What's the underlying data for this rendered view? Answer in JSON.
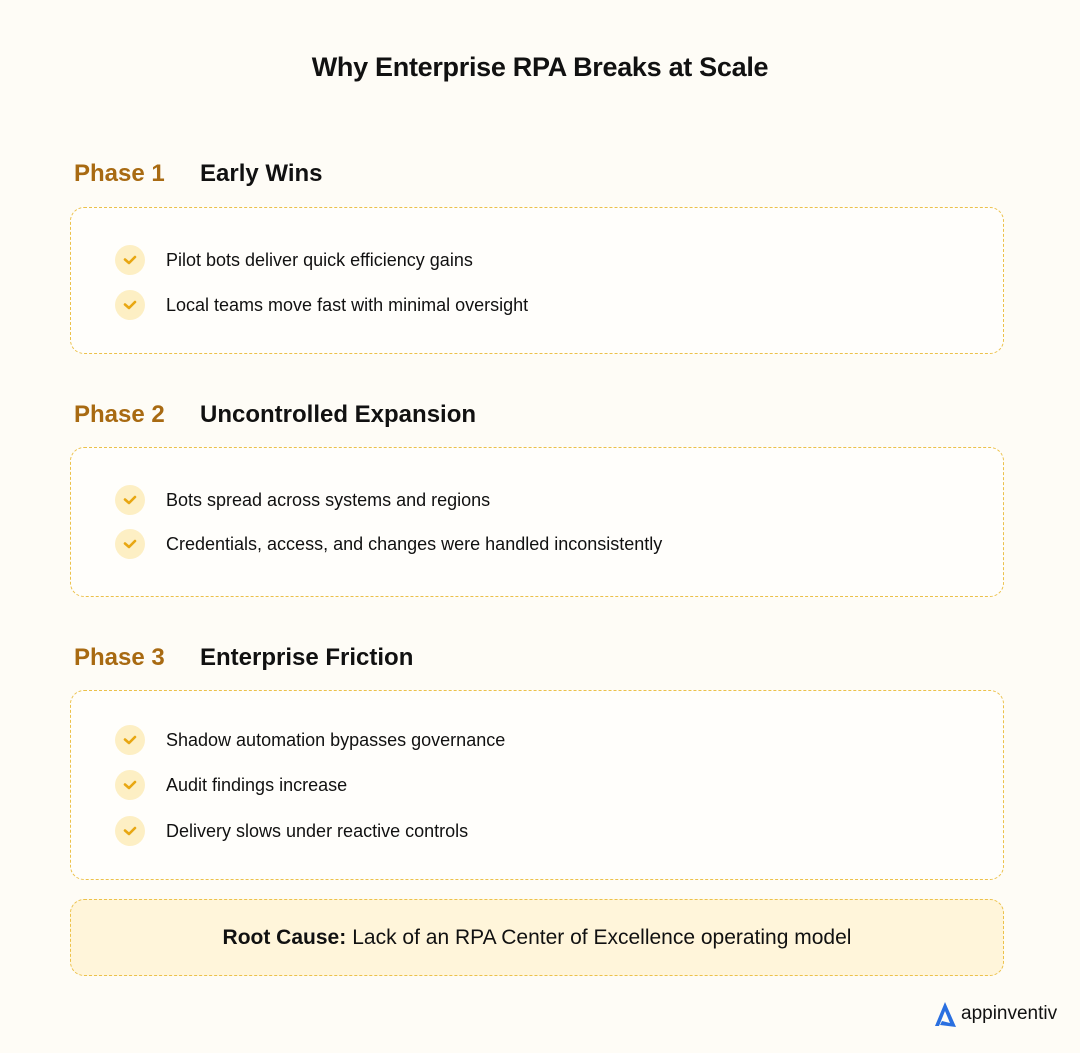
{
  "title": "Why Enterprise RPA Breaks at Scale",
  "phases": [
    {
      "label": "Phase 1",
      "name": "Early Wins",
      "items": [
        "Pilot bots deliver quick efficiency gains",
        "Local teams move fast with minimal oversight"
      ]
    },
    {
      "label": "Phase 2",
      "name": "Uncontrolled Expansion",
      "items": [
        "Bots spread across systems and regions",
        "Credentials, access, and changes were handled inconsistently"
      ]
    },
    {
      "label": "Phase 3",
      "name": "Enterprise Friction",
      "items": [
        "Shadow automation bypasses governance",
        "Audit findings increase",
        "Delivery slows under reactive controls"
      ]
    }
  ],
  "root_cause": {
    "label": "Root Cause:",
    "text": "Lack of an RPA Center of Excellence operating model"
  },
  "brand": {
    "name": "appinventiv",
    "logo_icon": "appinventiv-a-logo-icon",
    "logo_color": "#2a6fe0"
  },
  "colors": {
    "phase_label": "#a86a12",
    "check": "#e8a712",
    "check_bg": "#fdefc4",
    "card_border": "#ecc14a",
    "root_bg": "#fff5da",
    "page_bg": "#fefcf6"
  }
}
